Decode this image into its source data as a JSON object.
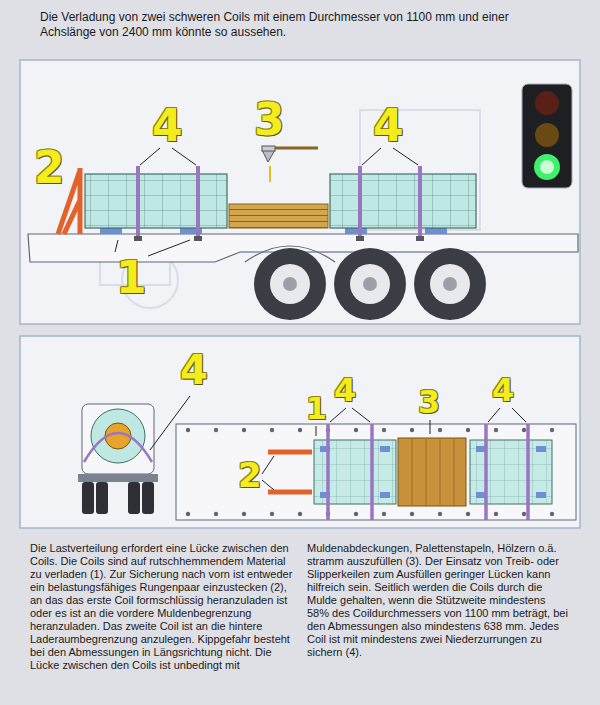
{
  "diagram": {
    "title": "Die Verladung von zwei schweren Coils mit einem Durchmesser von 1100 mm und einer Achslänge von 2400 mm könnte so aussehen.",
    "caption": "Die Lastverteilung erfordert eine Lücke zwischen den Coils. Die Coils sind auf rutschhemmendem Material zu verladen (1). Zur Sicherung nach vorn ist entweder ein belastungsfähiges Rungenpaar einzustecken (2), an das das erste Coil formschlüssig heranzuladen ist oder es ist an die vordere Muldenbegrenzung heranzuladen. Das zweite Coil ist an die hintere Laderaumbegrenzung anzulegen. Kippgefahr besteht bei den Abmessungen in Längsrichtung nicht. Die Lücke zwischen den Coils ist unbedingt mit Muldenabdeckungen, Palettenstapeln, Hölzern o.ä. stramm auszufüllen (3). Der Einsatz von Treib- oder Slipperkeilen zum Ausfüllen geringer Lücken kann hilfreich sein. Seitlich werden die Coils durch die Mulde gehalten, wenn die Stützweite mindestens 58% des Coildurchmessers von 1100 mm beträgt, bei den Abmessungen also mindestens 638 mm. Jedes Coil ist mit mindestens zwei Niederzurrungen zu sichern (4).",
    "labels": [
      "4",
      "3",
      "4",
      "2",
      "1",
      "4",
      "1",
      "4",
      "3",
      "4",
      "2"
    ]
  }
}
